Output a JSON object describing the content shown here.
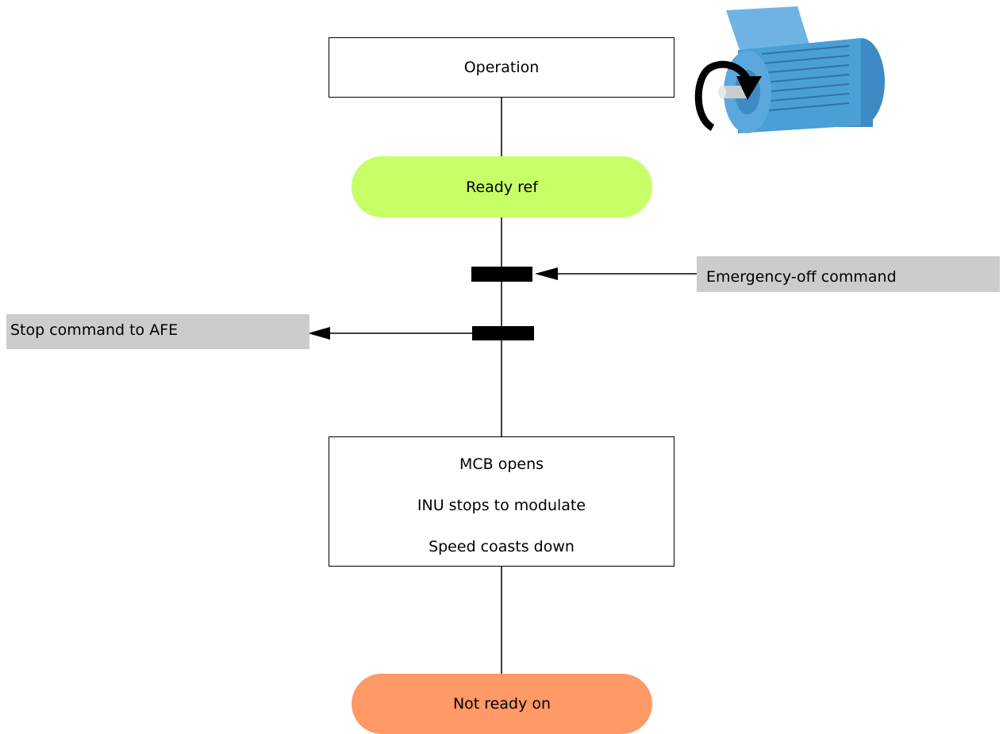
{
  "operation": {
    "label": "Operation"
  },
  "ready_ref": {
    "label": "Ready ref",
    "color": "#c6ff66"
  },
  "emergency_off": {
    "label": "Emergency-off command",
    "color": "#cccccc"
  },
  "stop_afe": {
    "label": "Stop command to AFE",
    "color": "#cccccc"
  },
  "mcb_box": {
    "line1": "MCB opens",
    "line2": "INU stops to modulate",
    "line3": "Speed coasts down"
  },
  "not_ready": {
    "label": "Not ready on",
    "color": "#ff9966"
  },
  "motor": {
    "icon": "electric-motor-icon",
    "color": "#4a9fd6"
  }
}
